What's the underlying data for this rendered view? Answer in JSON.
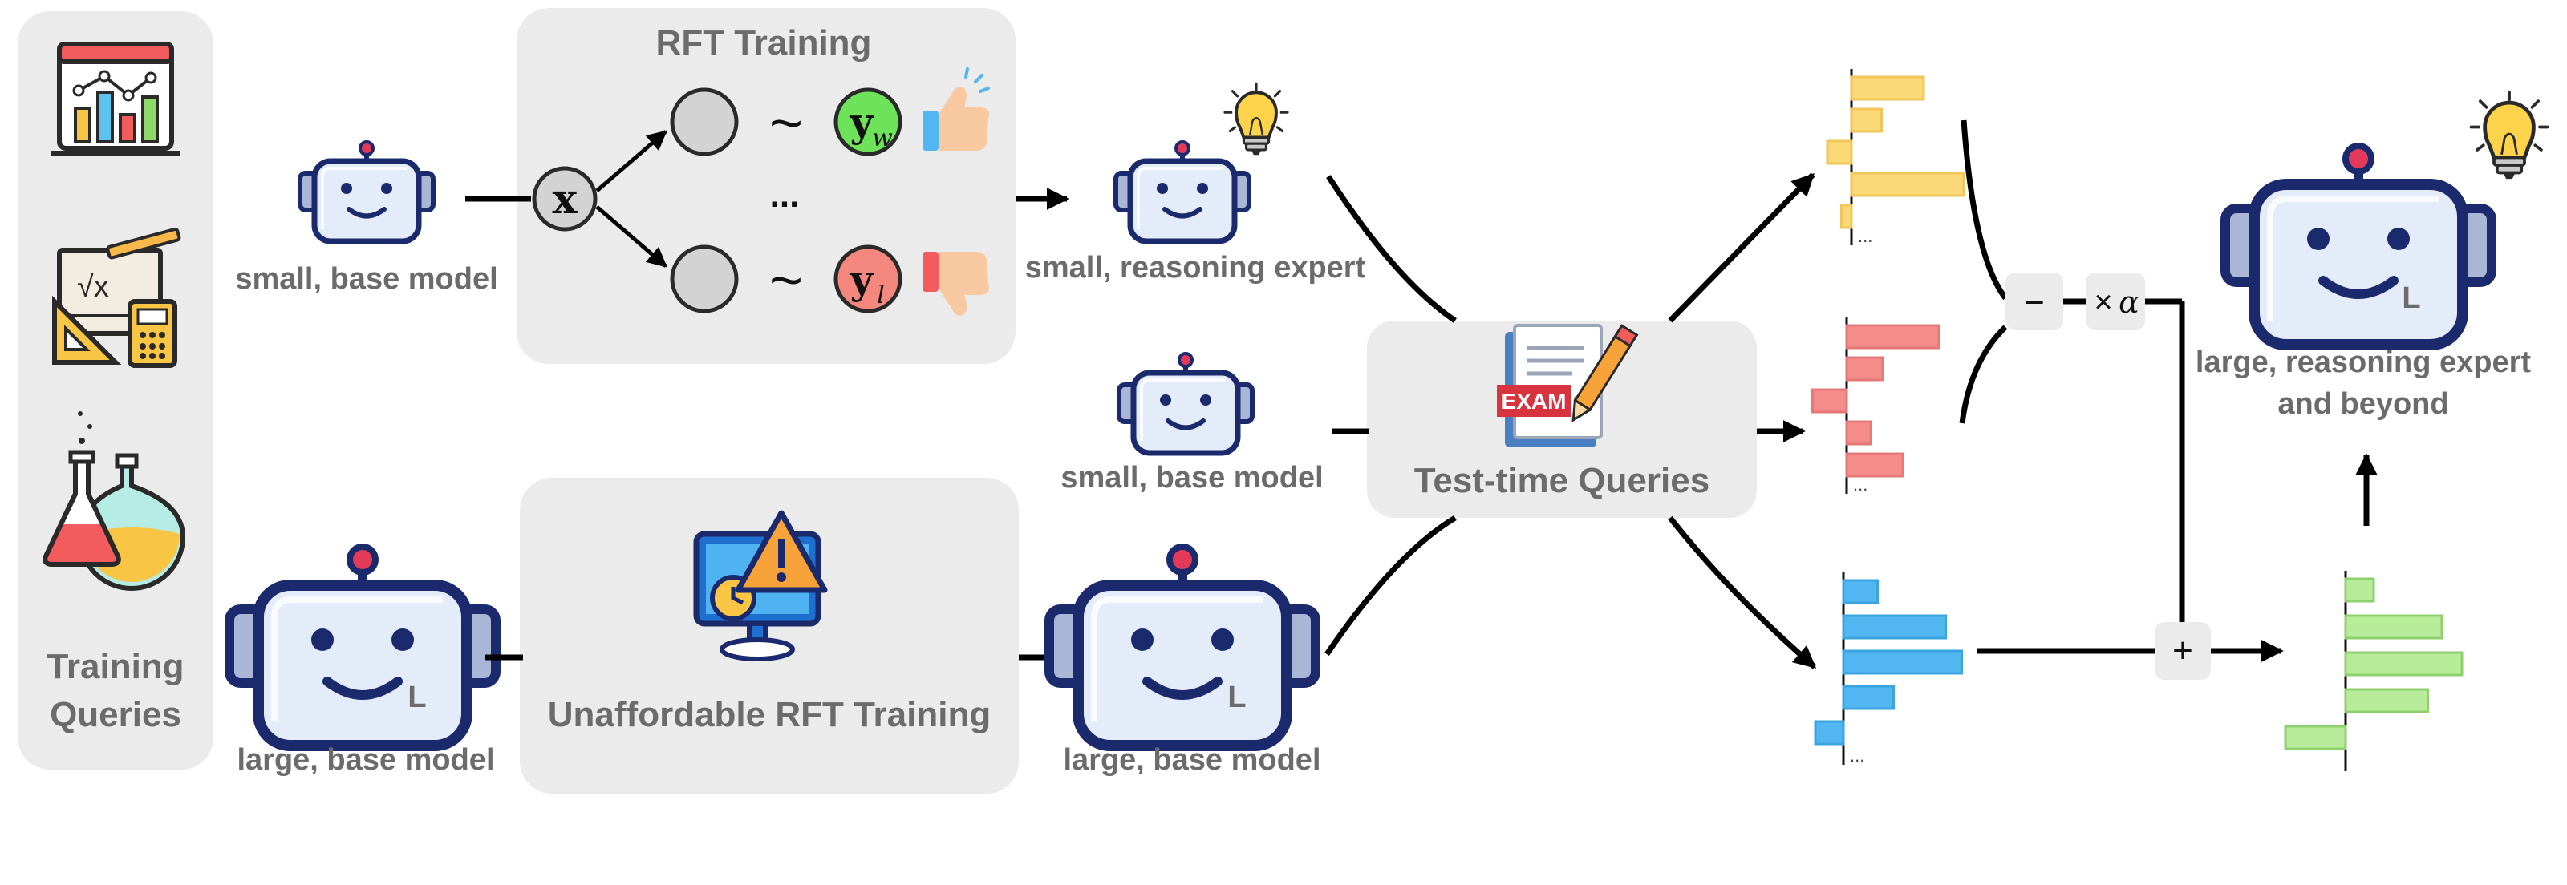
{
  "labels": {
    "training_queries_line1": "Training",
    "training_queries_line2": "Queries",
    "rft_training": "RFT Training",
    "small_base_model_top": "small, base model",
    "small_reasoning_expert": "small, reasoning expert",
    "small_base_model_mid": "small, base model",
    "test_time_queries": "Test-time Queries",
    "exam_badge": "EXAM",
    "large_base_model_left": "large, base model",
    "unaffordable_rft": "Unaffordable RFT Training",
    "large_base_model_right": "large, base model",
    "large_expert_line1": "large, reasoning expert",
    "large_expert_line2": "and beyond",
    "x_node": "x",
    "ellipsis": "...",
    "yw_main": "y",
    "yw_sub": "w",
    "yl_main": "y",
    "yl_sub": "l",
    "tilde": "~",
    "minus_op": "−",
    "times_op": "×",
    "alpha": "α",
    "plus_op": "+",
    "robot_size_mark": "L",
    "hist_dots": "..."
  },
  "icons": [
    "chart-icon",
    "math-board-icon",
    "chemistry-flasks-icon",
    "robot-icon",
    "lightbulb-icon",
    "thumbs-up-icon",
    "thumbs-down-icon",
    "exam-paper-icon",
    "monitor-warning-icon"
  ],
  "colors": {
    "panel_bg": "#ebebeb",
    "text_gray": "#6b6b6b",
    "robot_navy": "#1a2a6c",
    "robot_face": "#e4ecfa",
    "robot_antenna": "#e43a5a",
    "yellow_bar": "#fcd978",
    "red_bar": "#f48c8c",
    "blue_bar": "#52b6f0",
    "green_bar": "#b8ec9a",
    "yw_circle": "#6ee35a",
    "yl_circle": "#f4887e"
  },
  "distributions": {
    "small_reasoning_expert": [
      0.36,
      0.15,
      -0.12,
      0.56,
      -0.05
    ],
    "small_base_model": [
      0.46,
      0.18,
      -0.17,
      0.12,
      0.28
    ],
    "large_base_model": [
      0.17,
      0.51,
      0.59,
      0.25,
      -0.14
    ],
    "result": [
      0.14,
      0.48,
      0.58,
      0.41,
      -0.3
    ]
  }
}
